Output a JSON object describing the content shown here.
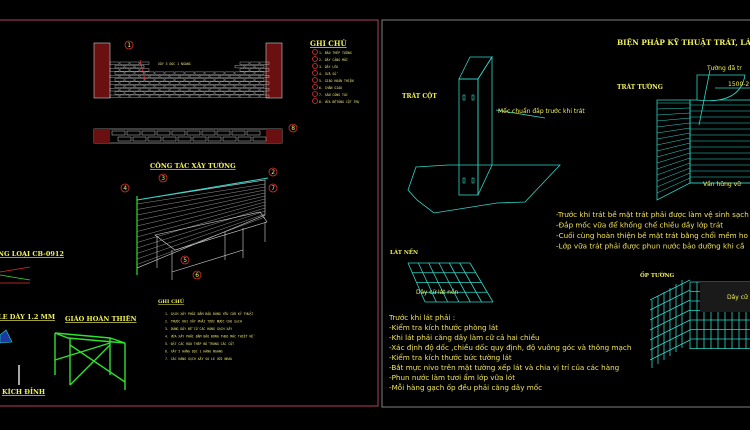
{
  "left_sheet": {
    "legend_title": "GHI CHÚ",
    "legend_items": [
      "1- BÁO THÉP TƯỜNG",
      "2- DÂY CĂNG MỐC",
      "3- DÂY LÈO",
      "4- CỬA SỔ",
      "5- GIÁO HOÀN THIỆN",
      "6- CHÂN GIÁO",
      "7- SÀN CÔNG TÁC",
      "8- VỮA BÊTÔNG CỘT TRỤ"
    ],
    "wall_label": "XÂY 5 DỌC 1 NGANG",
    "section_title": "CÔNG TÁC XÂY TƯỜNG",
    "callouts": [
      "1",
      "2",
      "3",
      "4",
      "5",
      "6",
      "7",
      "8"
    ],
    "notes_title": "GHI CHÚ",
    "notes": [
      "1. GẠCH XÂY PHẢI ĐẢM BẢO ĐÚNG YÊU CẦU KỸ THUẬT",
      "2. TRƯỚC KHI XÂY PHẢI TƯỚI NƯỚC CHO SẠCH",
      "3. DÙNG DÂY ĐỂ CỐ CÁC HÀNG GẠCH XÂY",
      "4. VỮA XÂY PHẢI ĐẢM BẢO ĐÚNG THEO MÁC THIẾT KẾ",
      "5. ĐẶT CÁC RÂU THÉP BỐ TRONG CÁC CỘT",
      "6. XÂY 5 HÀNG DỌC 1 HÀNG NGANG",
      "7. CÁC HÀNG GẠCH XÂY SO LE VỚI NHAU"
    ],
    "partial_title_1": "NG LOẠI CB-0912",
    "partial_title_2": "LE DÀY 1.2 MM",
    "scaffold_title": "GIÁO HOÀN THIỆN",
    "jack_title": "KÍCH ĐỈNH"
  },
  "right_sheet": {
    "title": "BIỆN PHÁP KỸ THUẬT TRÁT, LÁT , ỐP",
    "column_title": "TRÁT CỘT",
    "column_label": "Mốc chuẩn đắp trước khi trát",
    "wall_title": "TRÁT TƯỜNG",
    "wall_label_top": "Tường đã tr",
    "wall_dim": "1500-2",
    "wall_label_bottom": "Vần hững vữ",
    "plaster_notes": [
      "-Trước khi trát bề mặt trát phải được làm vệ sinh sạch s",
      "-Đắp mốc vữa để khống chế chiều dầy lớp trát",
      "-Cuối cùng hoàn thiện bề mặt trát bằng chổi mềm ho",
      "-Lớp vữa trát phải được phun nước bảo dưỡng khi cầ"
    ],
    "floor_title": "LÁT NỀN",
    "floor_label": "Dây cữ lát nền",
    "floor_notes": [
      "Trước khi lát phải :",
      "-Kiểm tra kích thước phòng lát",
      "-Khi lát phải căng dây làm cữ cả hai chiều",
      "-Xác định độ dốc ,chiều dốc quy định, độ vuông góc và thông mạch",
      "-Kiểm tra kích thước bức tường lát",
      "-Bắt mực nivo trên mặt tường xếp lát và chia vị trí của các hàng",
      "-Phun nước làm tươi ẩm lớp vữa lót",
      "-Mỗi hàng gạch ốp đều phải căng dây mốc"
    ],
    "tile_title": "ỐP TƯỜNG",
    "tile_label": "Dây cữ"
  },
  "colors": {
    "background": "#000000",
    "text": "#f2f25a",
    "cad_cyan": "#2fd6c8",
    "cad_red": "#e03030",
    "cad_green": "#30e030",
    "left_frame": "#b04060",
    "right_frame": "#808080"
  }
}
